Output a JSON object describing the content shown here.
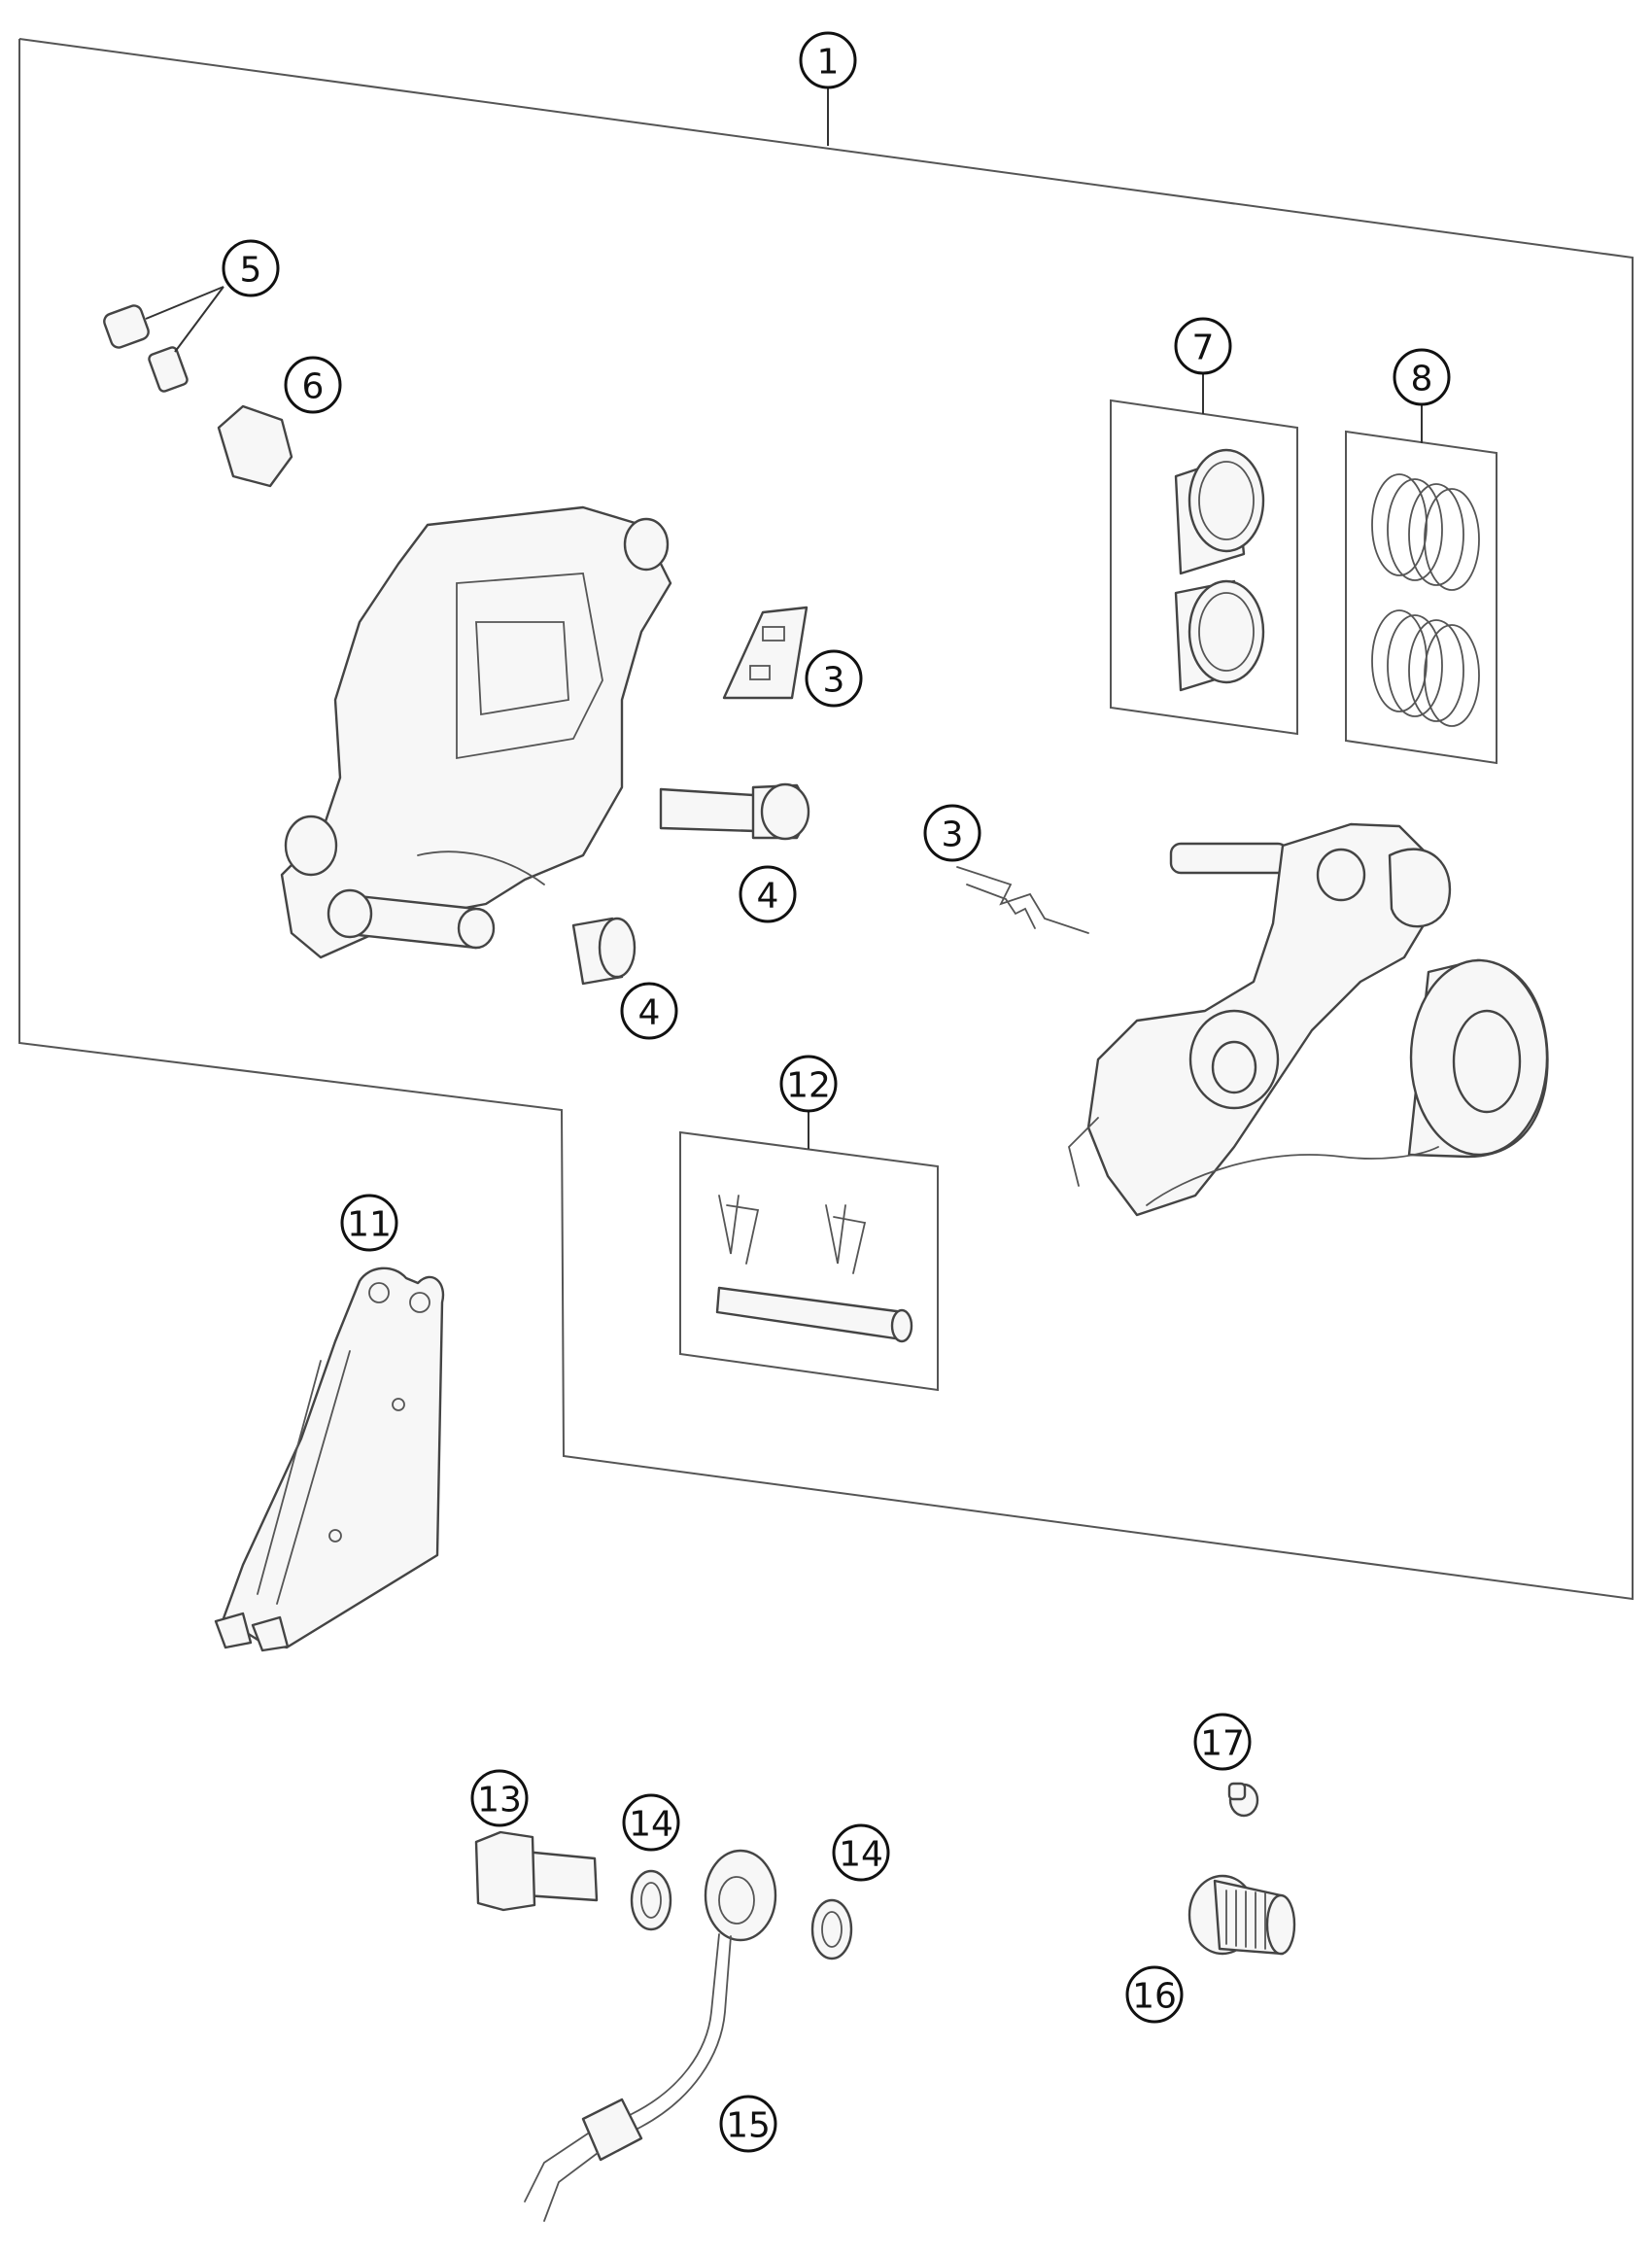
{
  "callouts": [
    {
      "id": "c1",
      "label": "1"
    },
    {
      "id": "c5",
      "label": "5"
    },
    {
      "id": "c6",
      "label": "6"
    },
    {
      "id": "c7",
      "label": "7"
    },
    {
      "id": "c8",
      "label": "8"
    },
    {
      "id": "c3a",
      "label": "3"
    },
    {
      "id": "c3b",
      "label": "3"
    },
    {
      "id": "c4a",
      "label": "4"
    },
    {
      "id": "c4b",
      "label": "4"
    },
    {
      "id": "c12",
      "label": "12"
    },
    {
      "id": "c11",
      "label": "11"
    },
    {
      "id": "c13",
      "label": "13"
    },
    {
      "id": "c14a",
      "label": "14"
    },
    {
      "id": "c14b",
      "label": "14"
    },
    {
      "id": "c17",
      "label": "17"
    },
    {
      "id": "c16",
      "label": "16"
    },
    {
      "id": "c15",
      "label": "15"
    }
  ]
}
